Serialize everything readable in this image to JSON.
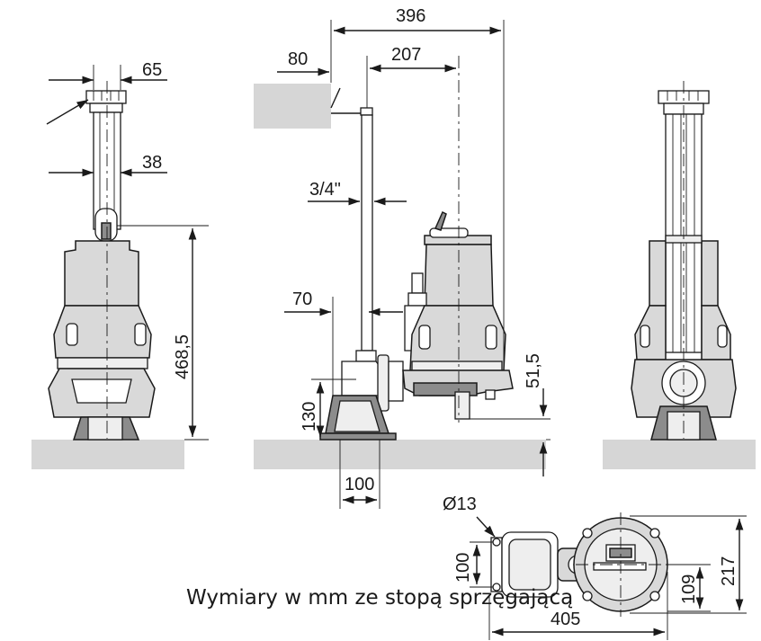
{
  "caption": "Wymiary w mm ze stopą sprzęgającą",
  "dimensions": {
    "front_top_width": "65",
    "front_pipe_width": "38",
    "front_height": "468,5",
    "side_total": "396",
    "side_wall": "80",
    "side_guide": "207",
    "side_pipe": "3/4\"",
    "side_offset": "70",
    "side_outlet_height": "51,5",
    "side_base_height": "130",
    "side_base_width": "100",
    "plan_hole": "Ø13",
    "plan_flange": "100",
    "plan_half": "109",
    "plan_depth": "217",
    "plan_length": "405"
  },
  "colors": {
    "line": "#1a1a1a",
    "floor": "#d6d6d6",
    "pump_fill": "#d9d9d9"
  }
}
